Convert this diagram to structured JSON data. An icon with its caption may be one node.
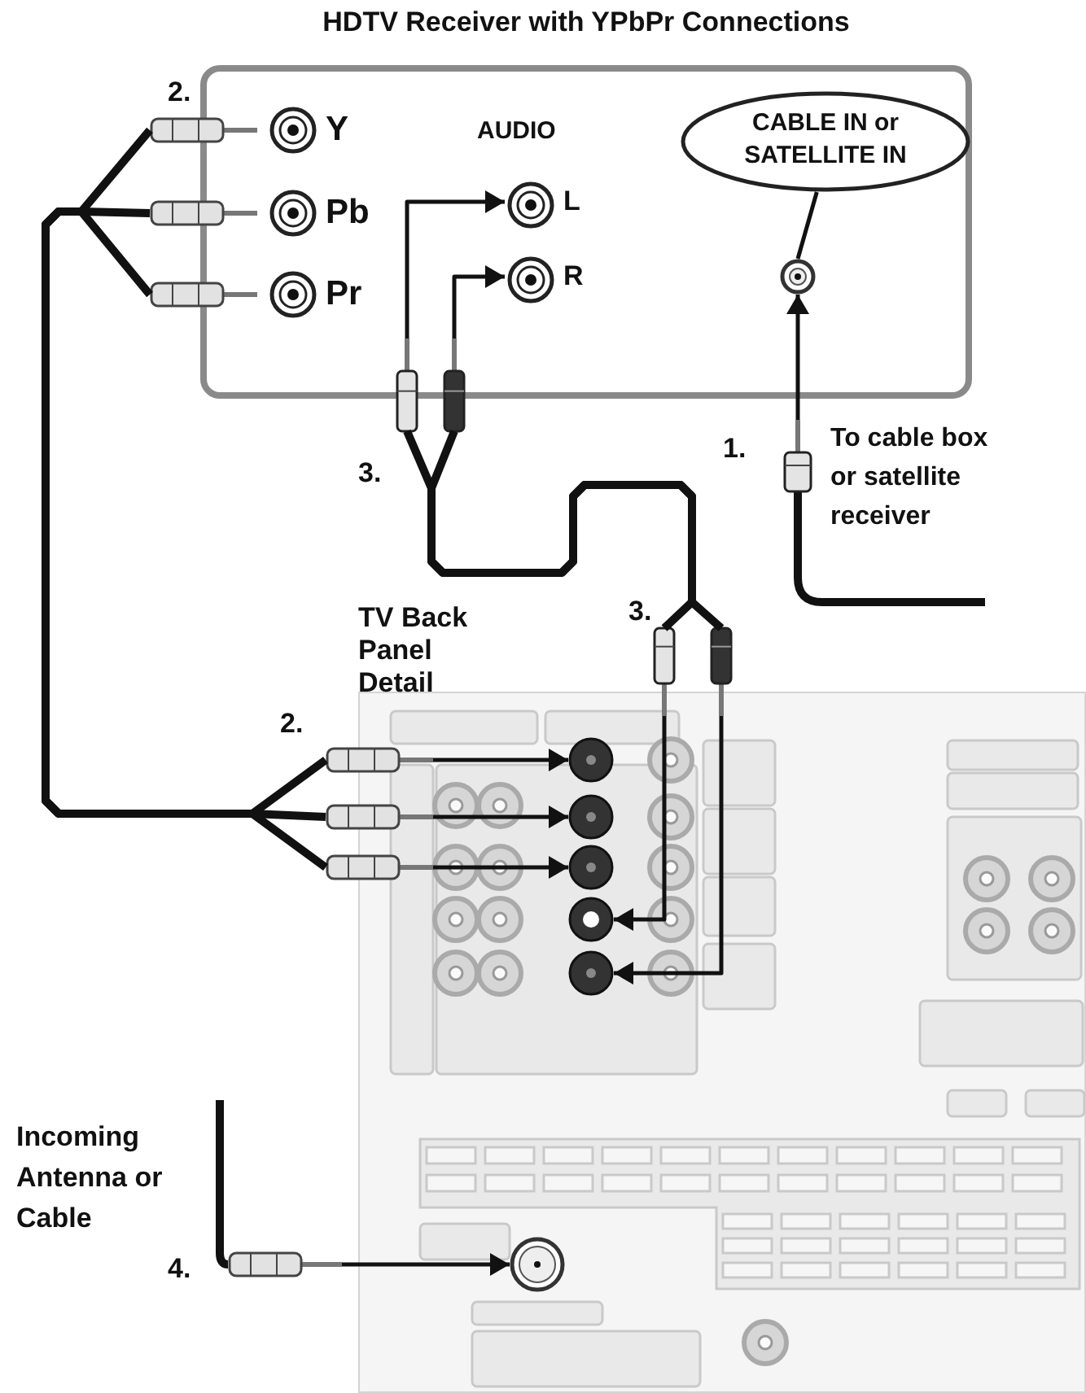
{
  "diagram": {
    "nodes": [
      {
        "text": [
          "HDTV Receiver with YPbPr Connections"
        ]
      },
      {
        "text": [
          "Y"
        ],
        "in": 0
      },
      {
        "text": [
          "Pb"
        ],
        "in": 0
      },
      {
        "text": [
          "Pr"
        ],
        "in": 0
      },
      {
        "text": [
          "L"
        ],
        "in": 0
      },
      {
        "text": [
          "R"
        ],
        "in": 0
      },
      {
        "text": [],
        "shape": "circle",
        "in": 0
      },
      {
        "text": [
          "CABLE IN or SATELLITE IN"
        ],
        "in": 0
      },
      {
        "text": [],
        "shape": "plug",
        "beside": [
          "1.",
          "To cable box or satellite receiver"
        ]
      },
      {
        "text": [
          "TV Back Panel Detail"
        ]
      },
      {
        "text": [],
        "shape": "circle",
        "in": 9
      },
      {
        "text": [],
        "shape": "circle",
        "in": 9
      },
      {
        "text": [],
        "shape": "circle",
        "in": 9
      },
      {
        "text": [],
        "shape": "circle",
        "in": 9
      },
      {
        "text": [],
        "shape": "circle",
        "in": 9
      },
      {
        "text": [],
        "shape": "circle",
        "in": 9
      },
      {
        "text": [],
        "shape": "plug",
        "beside": [
          "2."
        ]
      },
      {
        "text": [],
        "shape": "plug"
      },
      {
        "text": [],
        "shape": "plug"
      },
      {
        "text": [],
        "shape": "plug",
        "beside": [
          "2."
        ]
      },
      {
        "text": [],
        "shape": "plug"
      },
      {
        "text": [],
        "shape": "plug"
      },
      {
        "text": [],
        "shape": "plug",
        "beside": [
          "3."
        ]
      },
      {
        "text": [],
        "shape": "plug"
      },
      {
        "text": [],
        "shape": "plug",
        "beside": [
          "3."
        ]
      },
      {
        "text": [],
        "shape": "plug"
      },
      {
        "text": [],
        "shape": "plug",
        "beside": [
          "4.",
          "Incoming Antenna or Cable"
        ]
      }
    ],
    "edges": [
      {
        "from": 7,
        "to": 6,
        "arrow": "none"
      },
      {
        "from": 8,
        "to": 6,
        "arrow": "to"
      },
      {
        "from": 16,
        "to": 19,
        "arrow": "none",
        "style": "thick"
      },
      {
        "from": 17,
        "to": 20,
        "arrow": "none",
        "style": "thick"
      },
      {
        "from": 18,
        "to": 21,
        "arrow": "none",
        "style": "thick"
      },
      {
        "from": 19,
        "to": 10,
        "arrow": "to"
      },
      {
        "from": 20,
        "to": 11,
        "arrow": "to"
      },
      {
        "from": 21,
        "to": 12,
        "arrow": "to"
      },
      {
        "from": 22,
        "to": 4,
        "arrow": "to"
      },
      {
        "from": 23,
        "to": 5,
        "arrow": "to"
      },
      {
        "from": 22,
        "to": 24,
        "arrow": "none",
        "style": "thick"
      },
      {
        "from": 23,
        "to": 25,
        "arrow": "none",
        "style": "thick"
      },
      {
        "from": 24,
        "to": 13,
        "arrow": "to"
      },
      {
        "from": 25,
        "to": 14,
        "arrow": "to"
      },
      {
        "from": 26,
        "to": 15,
        "arrow": "to"
      }
    ],
    "labels": [
      "AUDIO"
    ]
  }
}
